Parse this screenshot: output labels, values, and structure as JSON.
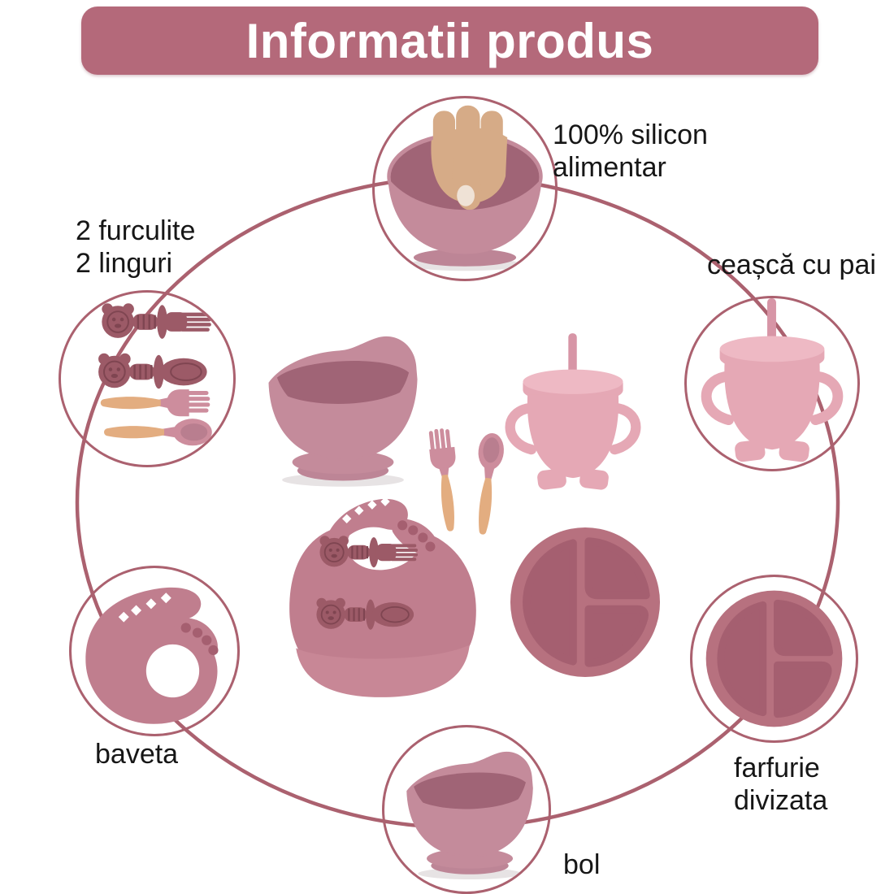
{
  "title": "Informatii produs",
  "labels": {
    "silicone": [
      "100% silicon",
      "alimentar"
    ],
    "cutlery": [
      "2 furculite",
      "2 linguri"
    ],
    "cup": [
      "ceașcă cu pai"
    ],
    "bib": [
      "baveta"
    ],
    "bowl": [
      "bol"
    ],
    "plate": [
      "farfurie",
      "divizata"
    ]
  },
  "images": {
    "top_callout": "hand-pressing-silicone-bowl-photo",
    "left_callout": "two-forks-two-spoons-photo",
    "right_callout": "straw-sippy-cup-photo",
    "bottom_left_callout": "silicone-bib-flat-photo",
    "bottom_callout": "suction-bowl-photo",
    "bottom_right_callout": "divided-plate-photo",
    "center": "complete-feeding-set-photo"
  },
  "colors": {
    "background": "#ffffff",
    "banner_bg": "#b4697a",
    "banner_text": "#ffffff",
    "ring": "#ab616f",
    "label_text": "#161616",
    "silicone_main": "#c48b9b",
    "silicone_inner": "#a06476",
    "silicone_base": "#bd8596",
    "silicone_light": "#e5a8b5",
    "silicone_lighter": "#eeb9c4",
    "straw": "#d795a6",
    "silicone_dark": "#9c5a67",
    "silicone_deep": "#7f4551",
    "head_pink": "#cd8d9d",
    "head_pink_deep": "#b97e8f",
    "wood": "#e3ad80",
    "skin": "#d6ab87",
    "nail": "#efe2d6",
    "shadow": "#e7e3e4",
    "plate_rim": "#b7717f",
    "plate_section": "#a55f70",
    "bib": "#c07e8e",
    "bib_pocket": "#c88796"
  }
}
